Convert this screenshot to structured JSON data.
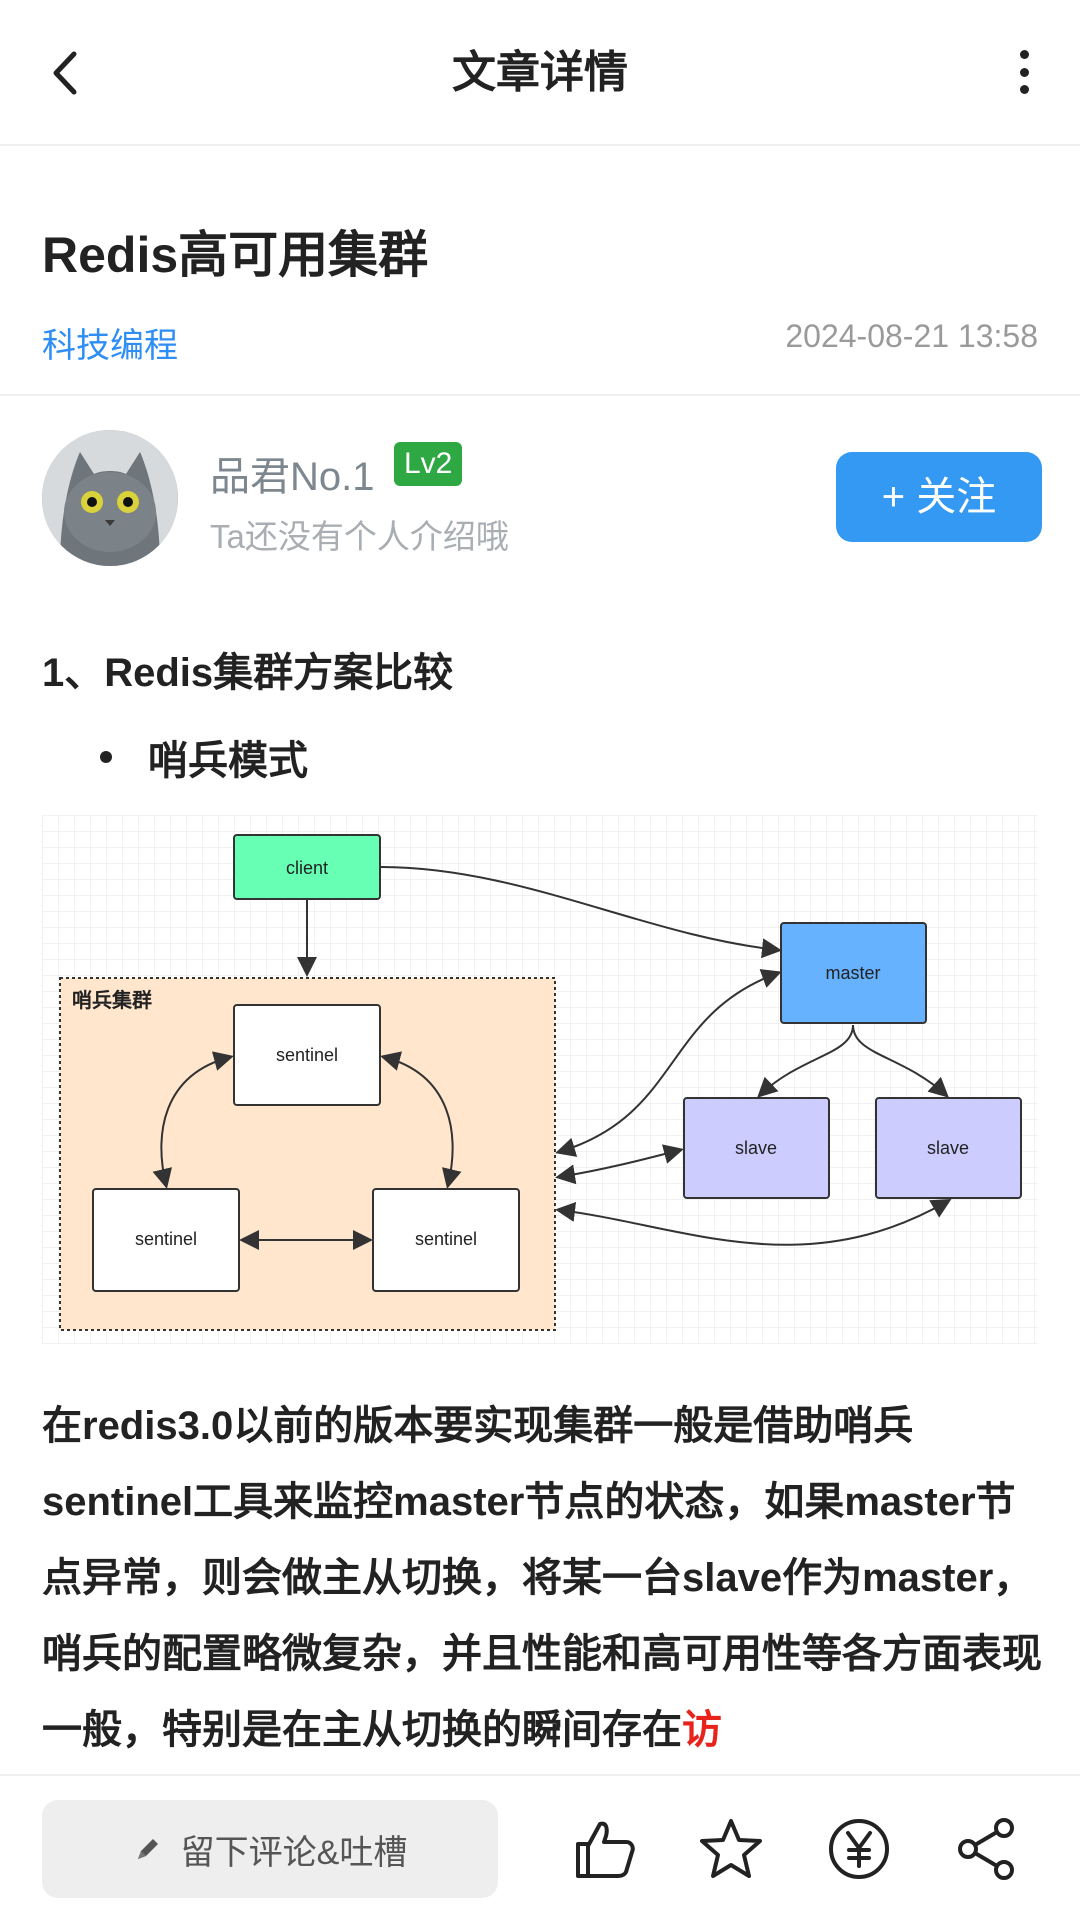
{
  "header": {
    "title": "文章详情",
    "back_icon": "chevron-left-icon",
    "more_icon": "more-vertical-icon"
  },
  "article": {
    "title": "Redis高可用集群",
    "category": "科技编程",
    "date": "2024-08-21 13:58"
  },
  "author": {
    "name": "品君No.1",
    "level": "Lv2",
    "bio": "Ta还没有个人介绍哦",
    "follow_label": "+ 关注"
  },
  "content": {
    "heading": "1、Redis集群方案比较",
    "bullet": "哨兵模式",
    "diagram": {
      "group_label": "哨兵集群",
      "client": "client",
      "master": "master",
      "sentinel": "sentinel",
      "slave": "slave"
    },
    "paragraph_main": "在redis3.0以前的版本要实现集群一般是借助哨兵sentinel工具来监控master节点的状态，如果master节点异常，则会做主从切换，将某一台slave作为master，哨兵的配置略微复杂，并且性能和高可用性等各方面表现一般，特别是在主从切换的瞬间存在",
    "paragraph_link": "访"
  },
  "bottom": {
    "comment_placeholder": "留下评论&吐槽",
    "actions": [
      "like-icon",
      "star-icon",
      "reward-icon",
      "share-icon"
    ]
  },
  "colors": {
    "accent": "#3399f3",
    "category": "#2e8ef5",
    "level_badge": "#2ea843",
    "client_node": "#66ffb3",
    "master_node": "#66b2ff",
    "slave_node": "#ccccff",
    "sentinel_group": "#ffe6cc",
    "link_text": "#e8231c"
  }
}
